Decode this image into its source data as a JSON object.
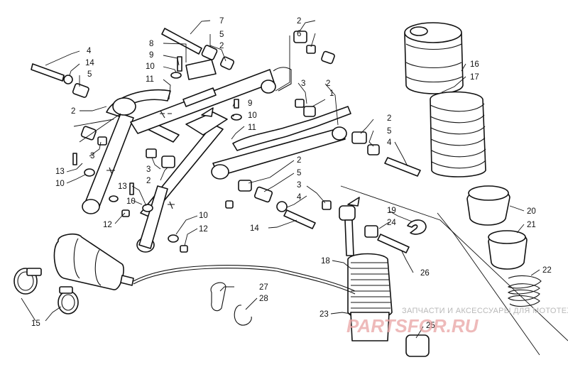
{
  "callouts": {
    "c1": "1",
    "c2": "2",
    "c3": "3",
    "c4": "4",
    "c5": "5",
    "c6": "6",
    "c7": "7",
    "c8": "8",
    "c9": "9",
    "c10": "10",
    "c11": "11",
    "c12": "12",
    "c13": "13",
    "c14": "14",
    "c15": "15",
    "c16": "16",
    "c17": "17",
    "c18": "18",
    "c19": "19",
    "c20": "20",
    "c21": "21",
    "c22": "22",
    "c23": "23",
    "c24": "24",
    "c25": "25",
    "c26": "26",
    "c27": "27",
    "c28": "28"
  },
  "watermark": {
    "tagline": "ЗАПЧАСТИ И АКСЕССУАРЫ ДЛЯ МОТОТЕХНИКИ",
    "brand": "PARTSFOR.RU"
  }
}
